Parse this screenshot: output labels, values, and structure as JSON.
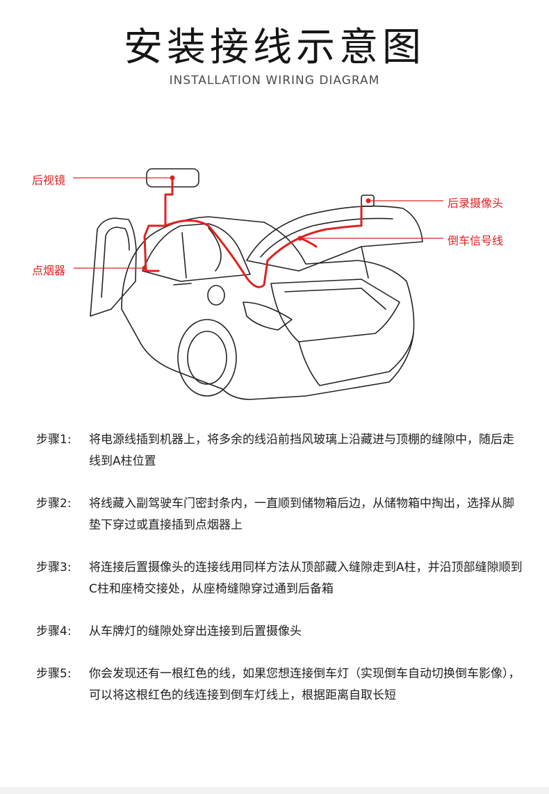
{
  "header": {
    "title": "安装接线示意图",
    "subtitle": "INSTALLATION WIRING DIAGRAM"
  },
  "diagram": {
    "labels": {
      "mirror": "后视镜",
      "lighter": "点烟器",
      "rear_camera": "后录摄像头",
      "reverse_wire": "倒车信号线"
    },
    "colors": {
      "wire": "#e02020",
      "outline": "#222222"
    }
  },
  "steps": [
    {
      "num": "步骤1:",
      "text": "将电源线插到机器上，将多余的线沿前挡风玻璃上沿藏进与顶棚的缝隙中，随后走线到A柱位置"
    },
    {
      "num": "步骤2:",
      "text": "将线藏入副驾驶车门密封条内，一直顺到储物箱后边，从储物箱中掏出，选择从脚垫下穿过或直接插到点烟器上"
    },
    {
      "num": "步骤3:",
      "text": "将连接后置摄像头的连接线用同样方法从顶部藏入缝隙走到A柱，并沿顶部缝隙顺到C柱和座椅交接处，从座椅缝隙穿过通到后备箱"
    },
    {
      "num": "步骤4:",
      "text": "从车牌灯的缝隙处穿出连接到后置摄像头"
    },
    {
      "num": "步骤5:",
      "text": "你会发现还有一根红色的线，如果您想连接倒车灯（实现倒车自动切换倒车影像），可以将这根红色的线连接到倒车灯线上，根据距离自取长短"
    }
  ]
}
